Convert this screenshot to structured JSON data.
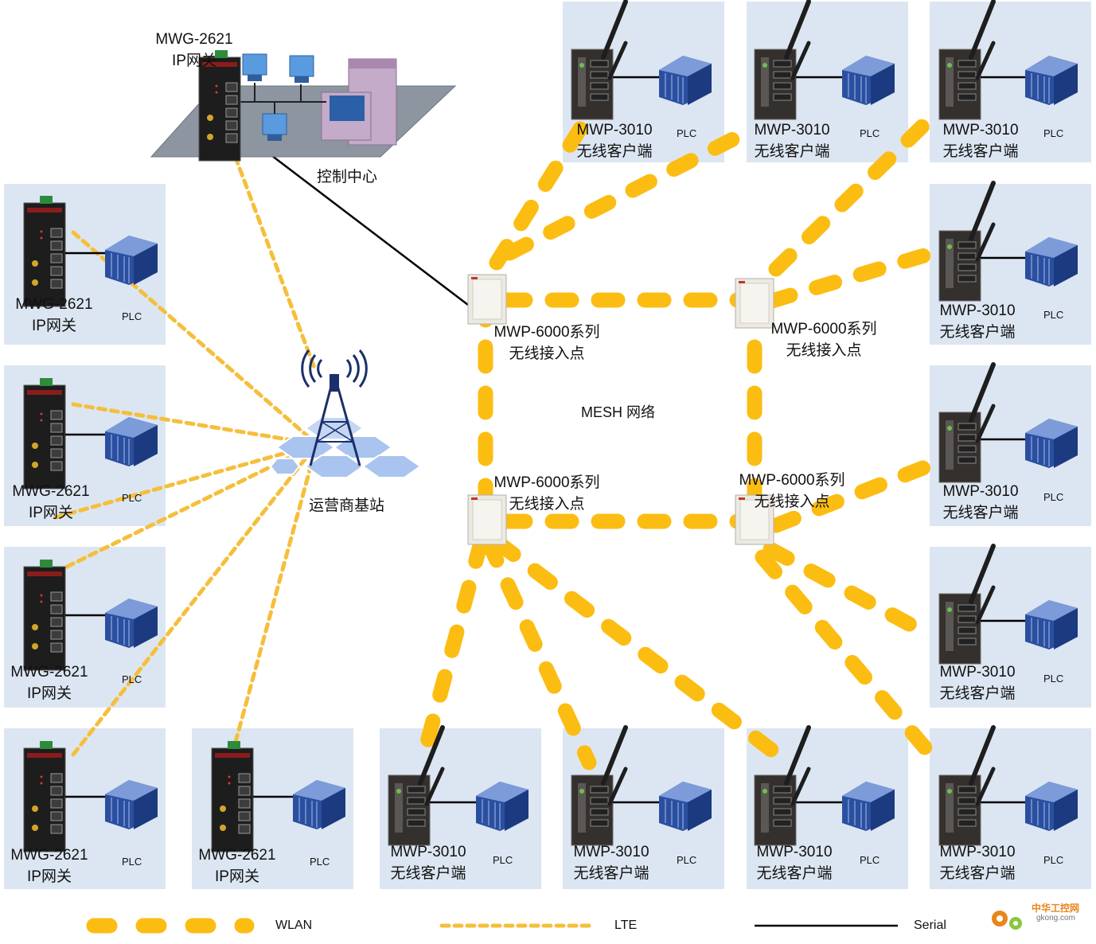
{
  "control_center": {
    "gateway_model": "MWG-2621",
    "gateway_type": "IP网关",
    "label": "控制中心"
  },
  "base_station": {
    "label": "运营商基站"
  },
  "mesh_label": "MESH 网络",
  "access_points": [
    {
      "model": "MWP-6000系列",
      "type": "无线接入点"
    },
    {
      "model": "MWP-6000系列",
      "type": "无线接入点"
    },
    {
      "model": "MWP-6000系列",
      "type": "无线接入点"
    },
    {
      "model": "MWP-6000系列",
      "type": "无线接入点"
    }
  ],
  "lte_gateways": [
    {
      "model": "MWG-2621",
      "type": "IP网关",
      "plc": "PLC"
    },
    {
      "model": "MWG-2621",
      "type": "IP网关",
      "plc": "PLC"
    },
    {
      "model": "MWG-2621",
      "type": "IP网关",
      "plc": "PLC"
    },
    {
      "model": "MWG-2621",
      "type": "IP网关",
      "plc": "PLC"
    },
    {
      "model": "MWG-2621",
      "type": "IP网关",
      "plc": "PLC"
    }
  ],
  "wireless_clients": [
    {
      "model": "MWP-3010",
      "type": "无线客户端",
      "plc": "PLC"
    },
    {
      "model": "MWP-3010",
      "type": "无线客户端",
      "plc": "PLC"
    },
    {
      "model": "MWP-3010",
      "type": "无线客户端",
      "plc": "PLC"
    },
    {
      "model": "MWP-3010",
      "type": "无线客户端",
      "plc": "PLC"
    },
    {
      "model": "MWP-3010",
      "type": "无线客户端",
      "plc": "PLC"
    },
    {
      "model": "MWP-3010",
      "type": "无线客户端",
      "plc": "PLC"
    },
    {
      "model": "MWP-3010",
      "type": "无线客户端",
      "plc": "PLC"
    },
    {
      "model": "MWP-3010",
      "type": "无线客户端",
      "plc": "PLC"
    },
    {
      "model": "MWP-3010",
      "type": "无线客户端",
      "plc": "PLC"
    },
    {
      "model": "MWP-3010",
      "type": "无线客户端",
      "plc": "PLC"
    }
  ],
  "legend": {
    "wlan": "WLAN",
    "lte": "LTE",
    "serial": "Serial"
  },
  "watermark": {
    "text": "中华工控网",
    "url_text": "gkong.com"
  },
  "colors": {
    "wlan": "#fcbd12",
    "lte": "#f5bf3b",
    "serial": "#000000",
    "panel": "#dce6f2"
  }
}
